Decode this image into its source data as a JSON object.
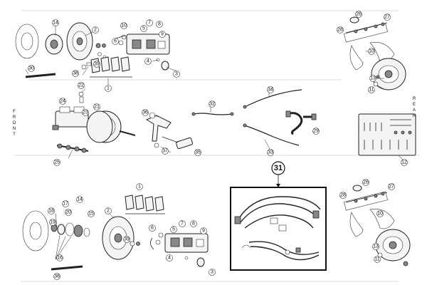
{
  "side_labels": {
    "front": [
      "F",
      "R",
      "O",
      "N",
      "T"
    ],
    "rear": [
      "R",
      "E",
      "A",
      "R"
    ]
  },
  "highlight_label": "31",
  "callouts": [
    {
      "key": "c14a",
      "text": "14"
    },
    {
      "key": "c2a",
      "text": "2"
    },
    {
      "key": "c10_top",
      "text": "10"
    },
    {
      "key": "c6a",
      "text": "6"
    },
    {
      "key": "c7a",
      "text": "7"
    },
    {
      "key": "c8a",
      "text": "8"
    },
    {
      "key": "c5a",
      "text": "5"
    },
    {
      "key": "c9a",
      "text": "9"
    },
    {
      "key": "c4a",
      "text": "4"
    },
    {
      "key": "c3a",
      "text": "3"
    },
    {
      "key": "c1a",
      "text": "1"
    },
    {
      "key": "c38a",
      "text": "38"
    },
    {
      "key": "c39a",
      "text": "39"
    },
    {
      "key": "c26a",
      "text": "26"
    },
    {
      "key": "c27a",
      "text": "27"
    },
    {
      "key": "c28a",
      "text": "28"
    },
    {
      "key": "c10b",
      "text": "10"
    },
    {
      "key": "c13a",
      "text": "13"
    },
    {
      "key": "c11a",
      "text": "11"
    },
    {
      "key": "c24",
      "text": "24"
    },
    {
      "key": "c22",
      "text": "22"
    },
    {
      "key": "c23",
      "text": "23"
    },
    {
      "key": "c21",
      "text": "21"
    },
    {
      "key": "c25",
      "text": "25"
    },
    {
      "key": "c36",
      "text": "36"
    },
    {
      "key": "c37",
      "text": "37"
    },
    {
      "key": "c35",
      "text": "35"
    },
    {
      "key": "c32",
      "text": "32"
    },
    {
      "key": "c34",
      "text": "34"
    },
    {
      "key": "c33",
      "text": "33"
    },
    {
      "key": "c29",
      "text": "29"
    },
    {
      "key": "c12",
      "text": "12"
    },
    {
      "key": "c1b",
      "text": "1"
    },
    {
      "key": "c18",
      "text": "18"
    },
    {
      "key": "c17",
      "text": "17"
    },
    {
      "key": "c14b",
      "text": "14"
    },
    {
      "key": "c20",
      "text": "20"
    },
    {
      "key": "c19",
      "text": "19"
    },
    {
      "key": "c16",
      "text": "16"
    },
    {
      "key": "c15",
      "text": "15"
    },
    {
      "key": "c2b",
      "text": "2"
    },
    {
      "key": "c39b",
      "text": "39"
    },
    {
      "key": "c6b",
      "text": "6"
    },
    {
      "key": "c7b",
      "text": "7"
    },
    {
      "key": "c8b",
      "text": "8"
    },
    {
      "key": "c5b",
      "text": "5"
    },
    {
      "key": "c9b",
      "text": "9"
    },
    {
      "key": "c4b",
      "text": "4"
    },
    {
      "key": "c3b",
      "text": "3"
    },
    {
      "key": "c38b",
      "text": "38"
    },
    {
      "key": "c26b",
      "text": "26"
    },
    {
      "key": "c27b",
      "text": "27"
    },
    {
      "key": "c28b",
      "text": "28"
    },
    {
      "key": "c10c",
      "text": "10"
    },
    {
      "key": "c13b",
      "text": "13"
    },
    {
      "key": "c11b",
      "text": "11"
    },
    {
      "key": "c30",
      "text": "30"
    }
  ]
}
